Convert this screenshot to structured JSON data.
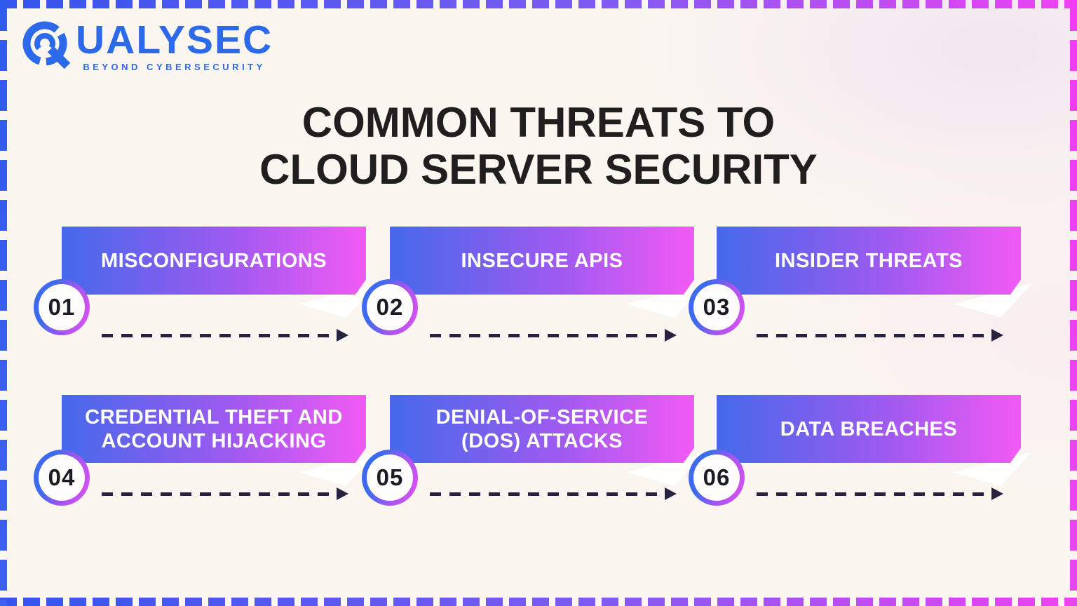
{
  "logo": {
    "name": "QUALYSEC",
    "wordmark_rest": "UALYSEC",
    "tagline": "BEYOND CYBERSECURITY",
    "mark_icon": "qualysec-q-scope-icon"
  },
  "title": {
    "line1": "COMMON THREATS TO",
    "line2": "CLOUD SERVER SECURITY"
  },
  "threats": [
    {
      "number": "01",
      "label": "MISCONFIGURATIONS"
    },
    {
      "number": "02",
      "label": "INSECURE APIS"
    },
    {
      "number": "03",
      "label": "INSIDER THREATS"
    },
    {
      "number": "04",
      "label": "CREDENTIAL THEFT AND ACCOUNT HIJACKING"
    },
    {
      "number": "05",
      "label": "DENIAL-OF-SERVICE (DOS) ATTACKS"
    },
    {
      "number": "06",
      "label": "DATA BREACHES"
    }
  ],
  "icons": {
    "arrow": "dashed-right-arrow-icon"
  },
  "colors": {
    "banner_gradient_start": "#4569ea",
    "banner_gradient_end": "#f25af4",
    "circle_ring_start": "#3e6bee",
    "circle_ring_end": "#e551f0",
    "arrow": "#262240",
    "title_text": "#211e20",
    "banner_text": "#ffffff",
    "logo_blue": "#2d6ae9",
    "border_blue": "#3355ee",
    "border_magenta": "#ee42f2",
    "background": "#fbf7f0"
  }
}
